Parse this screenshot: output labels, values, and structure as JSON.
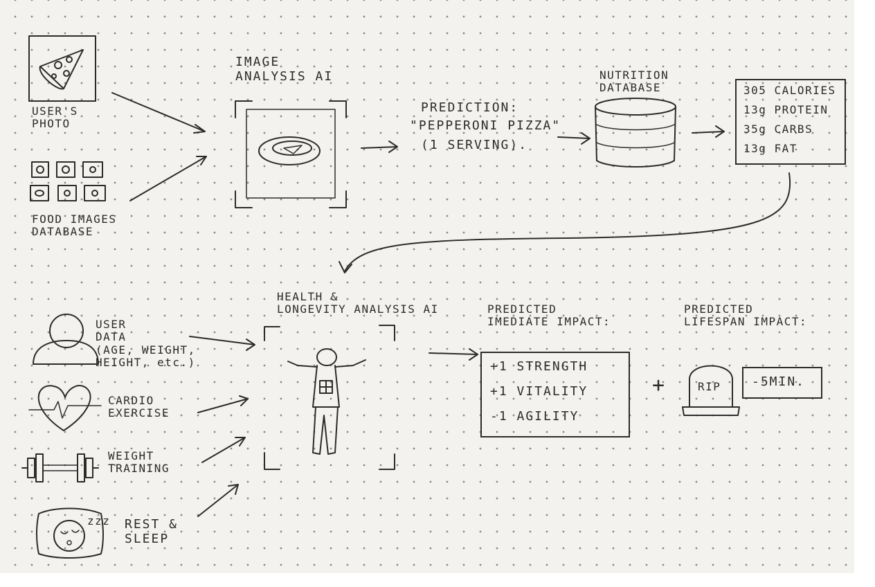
{
  "inputs_top": {
    "user_photo": "USER'S\nPHOTO",
    "food_db": "FOOD IMAGES\nDATABASE"
  },
  "image_ai": {
    "title": "IMAGE\nANALYSIS AI"
  },
  "prediction": {
    "heading": "PREDICTION:",
    "food": "\"PEPPERONI PIZZA\"",
    "serving": "(1 SERVING)."
  },
  "nutrition_db": {
    "title": "NUTRITION\nDATABASE"
  },
  "nutrition_facts": [
    "305 CALORIES",
    "13g PROTEIN",
    "35g CARBS",
    "13g FAT"
  ],
  "inputs_bottom": {
    "user_data": "USER\nDATA\n(AGE, WEIGHT,\nHEIGHT, etc.)",
    "cardio": "CARDIO\nEXERCISE",
    "weight": "WEIGHT\nTRAINING",
    "rest": "REST &\nSLEEP",
    "zzz": "zzz"
  },
  "health_ai": {
    "title": "HEALTH &\nLONGEVITY ANALYSIS AI"
  },
  "immediate": {
    "heading": "PREDICTED\nIMEDIATE IMPACT:",
    "items": [
      "+1 STRENGTH",
      "+1 VITALITY",
      "-1 AGILITY"
    ]
  },
  "plus": "+",
  "lifespan": {
    "heading": "PREDICTED\nLIFESPAN IMPACT:",
    "tomb": "RIP",
    "value": "-5MIN."
  }
}
